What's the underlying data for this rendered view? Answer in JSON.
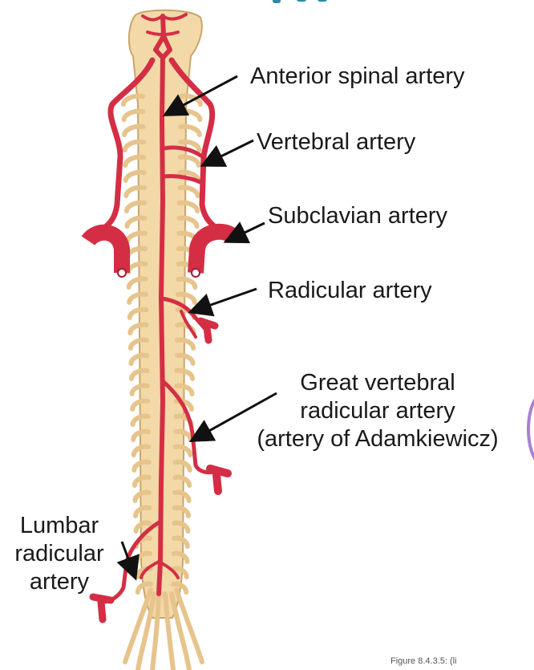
{
  "labels": {
    "anterior_spinal_artery": "Anterior spinal artery",
    "vertebral_artery": "Vertebral artery",
    "subclavian_artery": "Subclavian artery",
    "radicular_artery": "Radicular artery",
    "great_vertebral_radicular_artery": [
      "Great vertebral",
      "radicular artery",
      "(artery of Adamkiewicz)"
    ],
    "lumbar_radicular_artery": [
      "Lumbar",
      "radicular",
      "artery"
    ]
  },
  "figure_ref": "Figure 8.4.3.5: (li",
  "colors": {
    "artery": "#d42e45",
    "artery_outline": "#a51a30",
    "cord": "#f3d9a8",
    "cord_outline": "#c9a56c",
    "text": "#1a1a1a",
    "heading_accent": "#2a8aa8",
    "side_accent": "#a781d6"
  }
}
